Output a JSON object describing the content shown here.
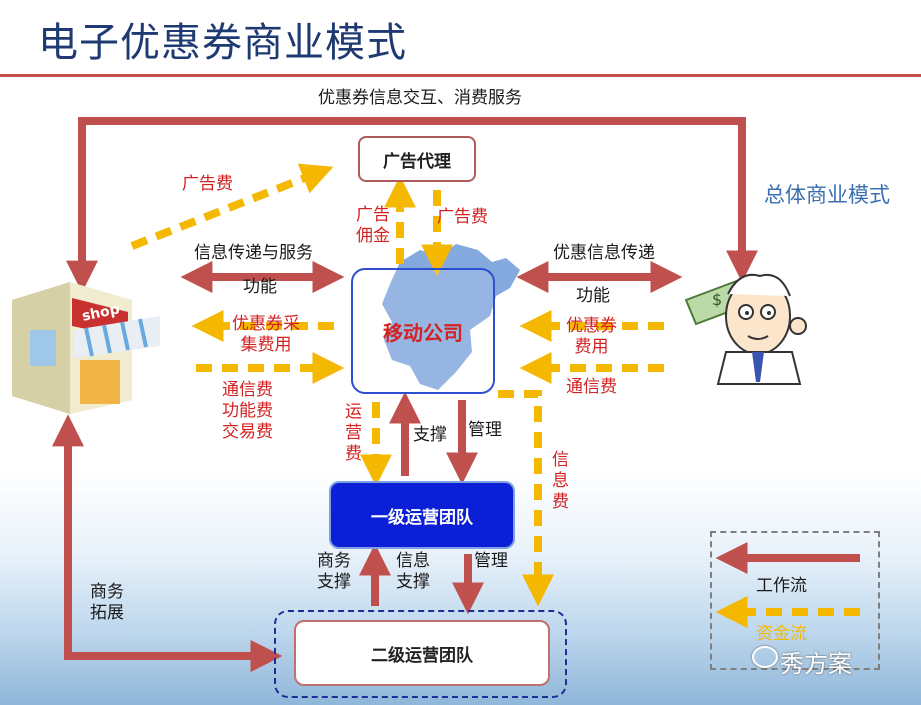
{
  "title": "电子优惠券商业模式",
  "side_note": "总体商业模式",
  "nodes": {
    "ad_agency": "广告代理",
    "mobile": "移动公司",
    "level1": "一级运营团队",
    "level2": "二级运营团队",
    "shop_sign": "shop"
  },
  "labels": {
    "top_loop": "优惠券信息交互、消费服务",
    "ad_fee_left": "广告费",
    "info_service": "信息传递与服务",
    "function_left": "功能",
    "collect_fee": [
      "优惠券采",
      "集费用"
    ],
    "comm_fees_left": [
      "通信费",
      "功能费",
      "交易费"
    ],
    "ad_commission": [
      "广告",
      "佣金"
    ],
    "ad_fee_center": "广告费",
    "offer_info": "优惠信息传递",
    "function_right": "功能",
    "coupon_fee": [
      "优惠券",
      "费用"
    ],
    "comm_fee_right": "通信费",
    "ops_fee": [
      "运",
      "营",
      "费"
    ],
    "support": "支撑",
    "manage1": "管理",
    "info_fee": [
      "信",
      "息",
      "费"
    ],
    "biz_support": [
      "商务",
      "支撑"
    ],
    "info_support": [
      "信息",
      "支撑"
    ],
    "manage2": "管理",
    "biz_expand": [
      "商务",
      "拓展"
    ]
  },
  "legend": {
    "work_flow": "工作流",
    "fund_flow": "资金流"
  },
  "watermark": "秀方案",
  "colors": {
    "work_flow": "#c0504d",
    "fund_flow": "#f5b800",
    "title": "#1f3a73",
    "red_text": "#d32222",
    "level1_box": "#0b1fd6"
  },
  "icons": [
    "shop-illustration",
    "consumer-cartoon",
    "map-silhouette",
    "wechat-icon"
  ]
}
